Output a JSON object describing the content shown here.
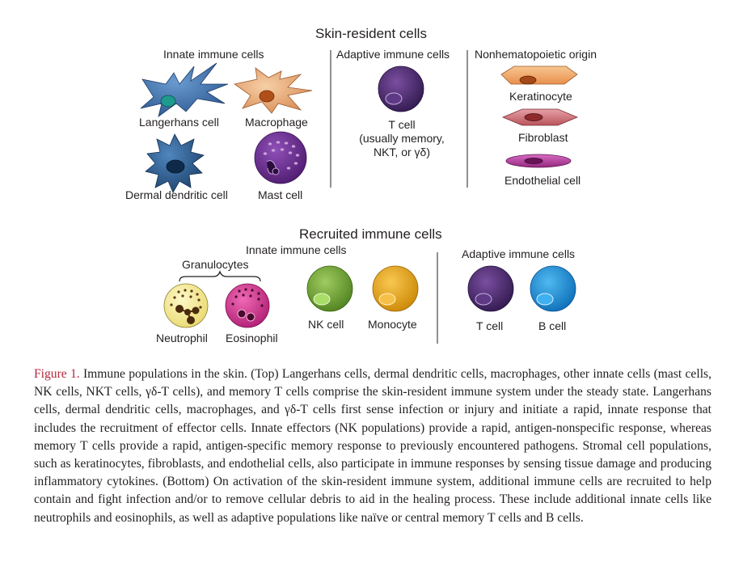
{
  "top": {
    "title": "Skin-resident cells",
    "innate_header": "Innate immune cells",
    "adaptive_header": "Adaptive immune cells",
    "nonhem_header": "Nonhematopoietic origin",
    "langerhans": "Langerhans cell",
    "macrophage": "Macrophage",
    "ddc": "Dermal dendritic cell",
    "mast": "Mast cell",
    "tcell_lines": [
      "T cell",
      "(usually memory,",
      "NKT, or γδ)"
    ],
    "keratinocyte": "Keratinocyte",
    "fibroblast": "Fibroblast",
    "endothelial": "Endothelial cell"
  },
  "bottom": {
    "title": "Recruited immune cells",
    "innate_header": "Innate immune cells",
    "granulocytes": "Granulocytes",
    "adaptive_header": "Adaptive immune cells",
    "neutrophil": "Neutrophil",
    "eosinophil": "Eosinophil",
    "nk": "NK cell",
    "monocyte": "Monocyte",
    "tcell": "T cell",
    "bcell": "B cell"
  },
  "caption": {
    "figure_label": "Figure 1.",
    "text": " Immune populations in the skin. (Top) Langerhans cells, dermal dendritic cells, macrophages, other innate cells (mast cells, NK cells, NKT cells, γδ-T cells), and memory T cells comprise the skin-resident immune system under the steady state. Langerhans cells, dermal dendritic cells, macrophages, and γδ-T cells first sense infection or injury and initiate a rapid, innate response that includes the recruitment of effector cells. Innate effectors (NK populations) provide a rapid, antigen-nonspecific response, whereas memory T cells provide a rapid, antigen-specific memory response to previously encountered pathogens. Stromal cell populations, such as keratinocytes, fibroblasts, and endothelial cells, also participate in immune responses by sensing tissue damage and producing inflammatory cytokines. (Bottom) On activation of the skin-resident immune system, additional immune cells are recruited to help contain and fight infection and/or to remove cellular debris to aid in the healing process. These include additional innate cells like neutrophils and eosinophils, as well as adaptive populations like naïve or central memory T cells and B cells."
  },
  "colors": {
    "langerhans": "#3d6ea8",
    "macrophage": "#e2a36f",
    "ddc": "#2f5f8f",
    "mast": "#6a2c8e",
    "tcell": "#4a2a6e",
    "keratinocyte": "#f0a868",
    "fibroblast": "#cf6f73",
    "endothelial": "#b03a9a",
    "neutrophil": "#f4eb9a",
    "eosinophil": "#d8338f",
    "nk": "#78a838",
    "monocyte": "#e3a414",
    "bcell": "#1a8fd8",
    "caption_label": "#b5253a"
  }
}
